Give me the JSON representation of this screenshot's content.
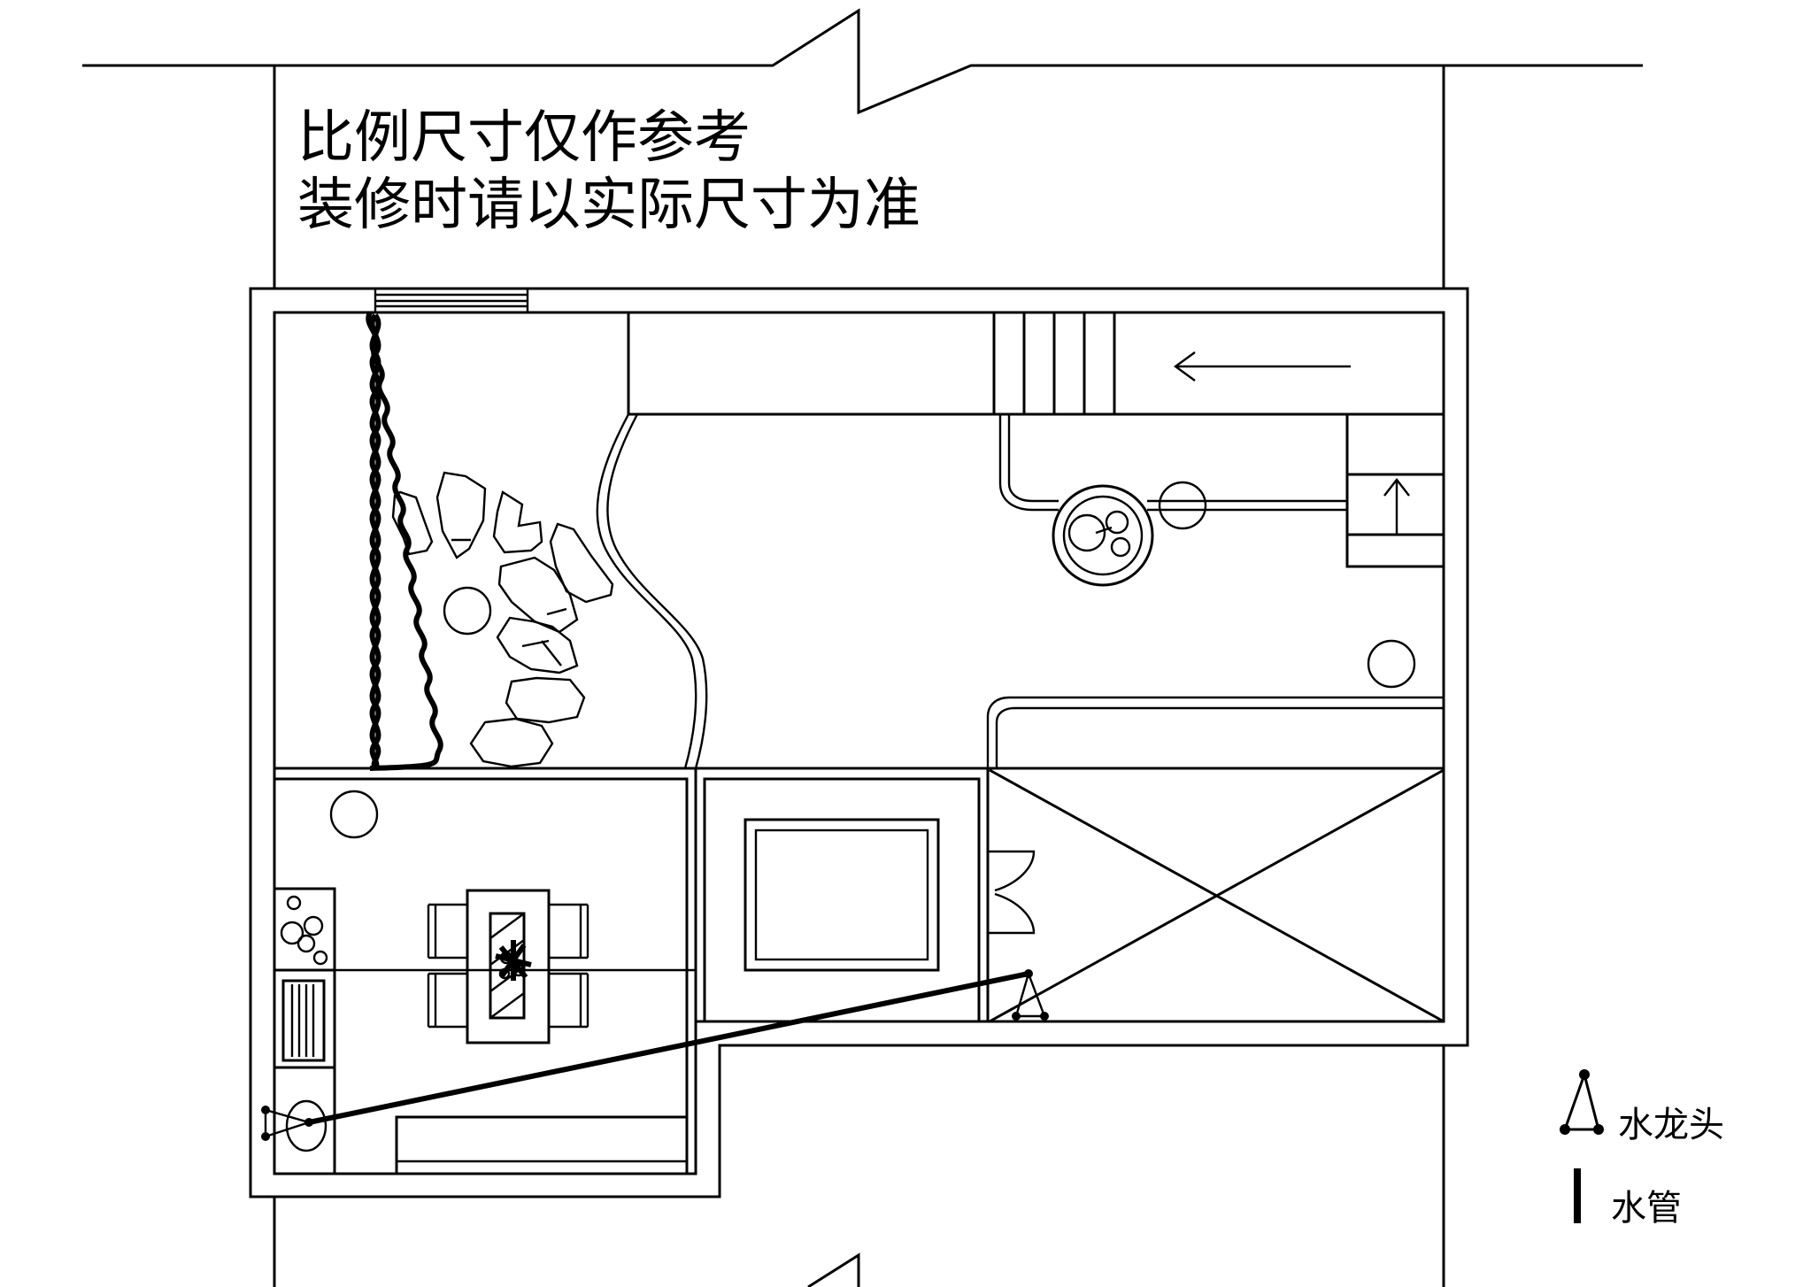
{
  "notice": {
    "line1": "比例尺寸仅作参考",
    "line2": "装修时请以实际尺寸为准"
  },
  "legend": {
    "faucet": {
      "icon": "faucet-triangle-icon",
      "label": "水龙头"
    },
    "pipe": {
      "icon": "pipe-bar-icon",
      "label": "水管"
    }
  }
}
